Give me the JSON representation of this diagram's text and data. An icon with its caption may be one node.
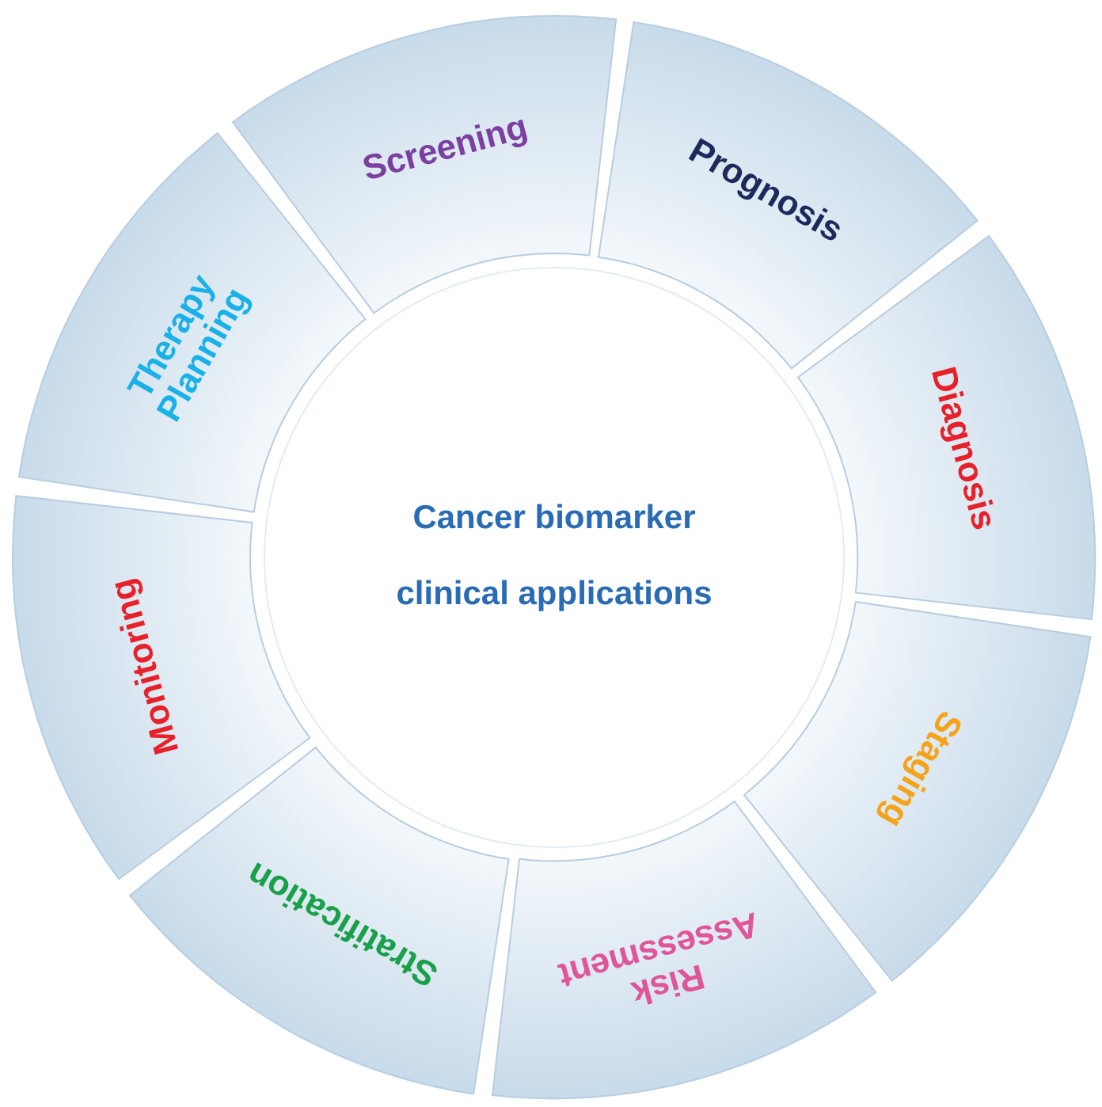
{
  "diagram": {
    "nodes": [
      {
        "text": [
          "Screening"
        ]
      },
      {
        "text": [
          "Prognosis"
        ]
      },
      {
        "text": [
          "Diagnosis"
        ]
      },
      {
        "text": [
          "Staging"
        ]
      },
      {
        "text": [
          "Risk Assessment"
        ]
      },
      {
        "text": [
          "Stratification"
        ]
      },
      {
        "text": [
          "Monitoring"
        ]
      },
      {
        "text": [
          "Therapy Planning"
        ]
      },
      {
        "text": [
          "Cancer biomarker clinical applications"
        ]
      }
    ]
  }
}
